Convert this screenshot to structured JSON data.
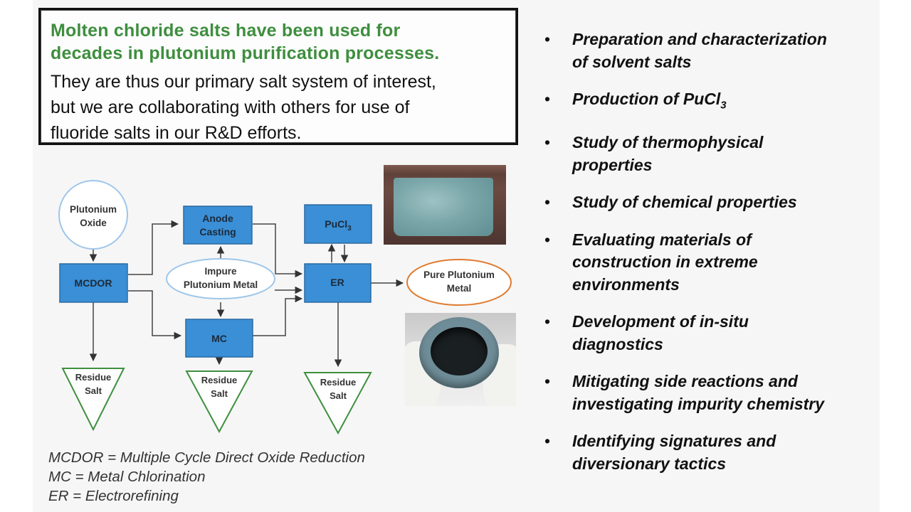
{
  "textbox": {
    "headline_line1": "Molten chloride salts have been used for",
    "headline_line2": "decades in plutonium purification processes.",
    "body_line1": "They are thus our primary salt system of interest,",
    "body_line2": "but we are collaborating with others for use of",
    "body_line3": "fluoride salts in our R&D efforts."
  },
  "flowchart": {
    "plutonium_oxide_line1": "Plutonium",
    "plutonium_oxide_line2": "Oxide",
    "mcdor": "MCDOR",
    "anode_line1": "Anode",
    "anode_line2": "Casting",
    "impure_line1": "Impure",
    "impure_line2": "Plutonium Metal",
    "mc": "MC",
    "pucl3_base": "PuCl",
    "pucl3_sub": "3",
    "er": "ER",
    "pure_line1": "Pure Plutonium",
    "pure_line2": "Metal",
    "residue_line1": "Residue",
    "residue_line2": "Salt"
  },
  "legend": {
    "line1": "MCDOR = Multiple Cycle Direct Oxide Reduction",
    "line2": "MC = Metal Chlorination",
    "line3": "ER = Electrorefining"
  },
  "bullets": {
    "marker": "•",
    "b1_line1": "Preparation and characterization",
    "b1_line2": "of solvent salts",
    "b2_base": "Production of PuCl",
    "b2_sub": "3",
    "b3_line1": "Study of thermophysical",
    "b3_line2": "properties",
    "b4": "Study of chemical properties",
    "b5_line1": "Evaluating materials of",
    "b5_line2": "construction in extreme",
    "b5_line3": "environments",
    "b6_line1": "Development of in-situ",
    "b6_line2": "diagnostics",
    "b7_line1": "Mitigating side reactions and",
    "b7_line2": "investigating impurity chemistry",
    "b8_line1": "Identifying signatures and",
    "b8_line2": "diversionary tactics"
  },
  "colors": {
    "headline_green": "#3e8e3e",
    "box_blue": "#3a8fd6",
    "box_border": "#2a6aa0",
    "pure_metal_border": "#e07a2e",
    "triangle_green": "#3f8f3f"
  }
}
